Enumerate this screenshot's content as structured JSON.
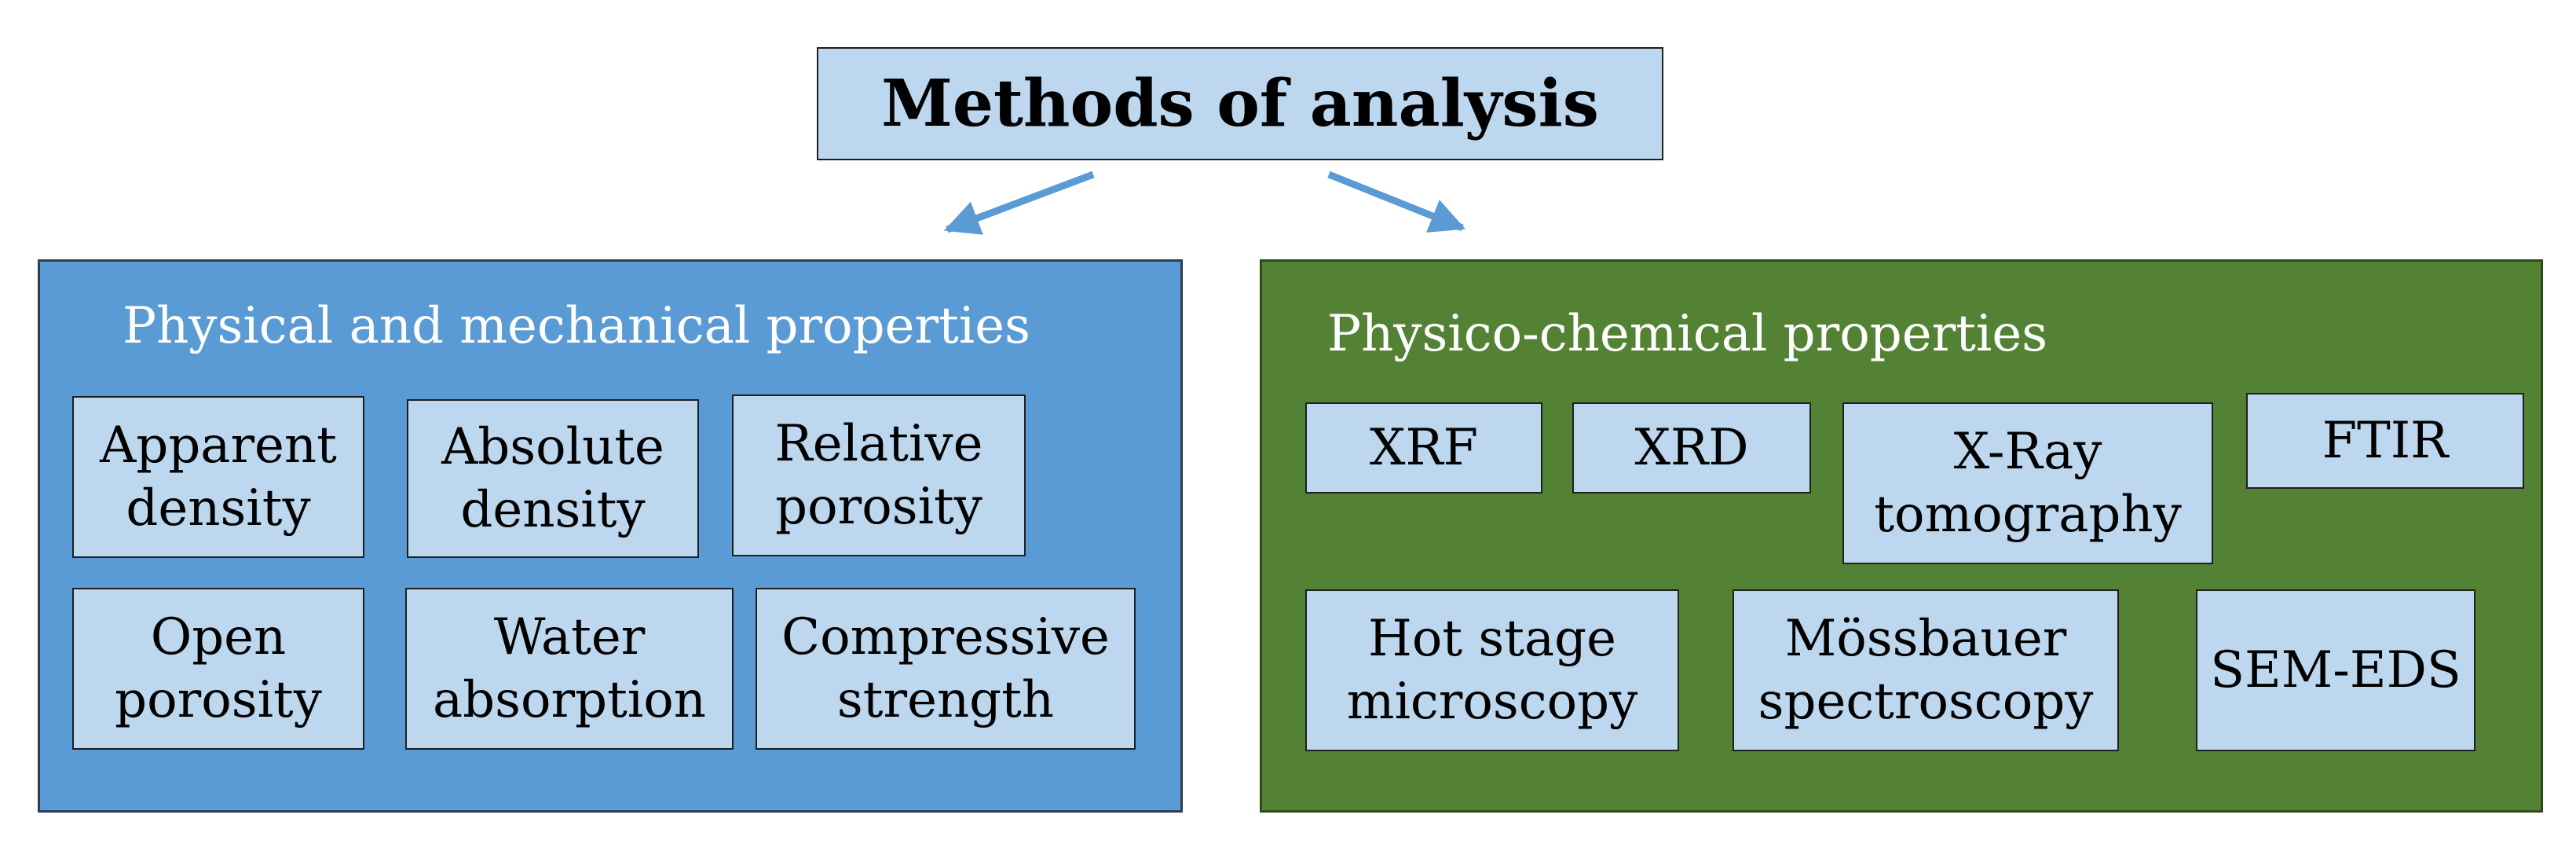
{
  "title": "Methods of analysis",
  "colors": {
    "box_fill": "#bdd7ee",
    "physical_panel": "#5b9bd5",
    "chemical_panel": "#548235",
    "arrow": "#5b9bd5"
  },
  "physical": {
    "heading": "Physical and mechanical properties",
    "items": [
      "Apparent density",
      "Absolute density",
      "Relative porosity",
      "Open porosity",
      "Water absorption",
      "Compressive strength"
    ]
  },
  "chemical": {
    "heading": "Physico-chemical properties",
    "items": [
      "XRF",
      "XRD",
      "X-Ray tomography",
      "FTIR",
      "Hot stage microscopy",
      "Mössbauer spectroscopy",
      "SEM-EDS"
    ]
  }
}
